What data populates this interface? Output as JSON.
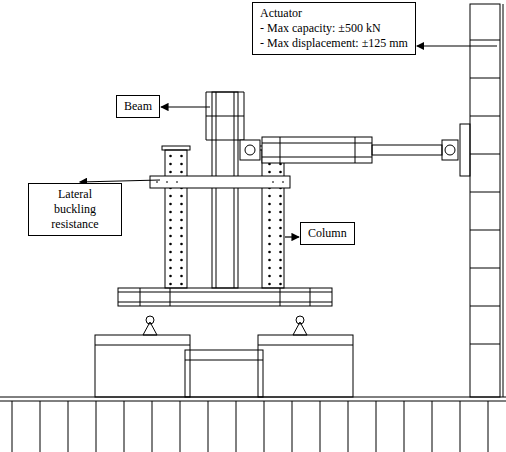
{
  "diagram": {
    "nodes": [
      {
        "text": [
          "Actuator",
          "- Max capacity: ±500 kN",
          "- Max displacement: ±125 mm"
        ]
      },
      {
        "text": [
          "Beam"
        ]
      },
      {
        "text": [
          "Lateral buckling resistance"
        ]
      },
      {
        "text": [
          "Column"
        ]
      }
    ]
  }
}
